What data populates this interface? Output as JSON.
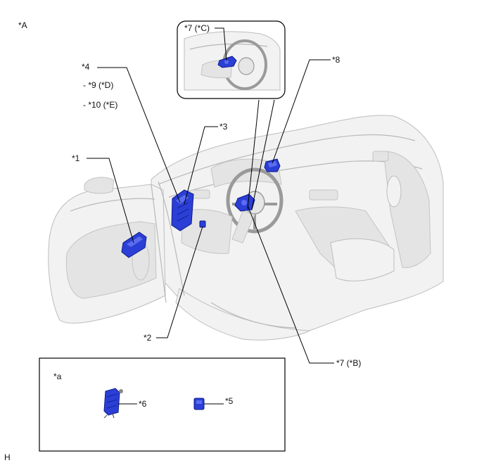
{
  "view_label": "*A",
  "corner_label": "H",
  "callouts": {
    "c1": "*1",
    "c2": "*2",
    "c3": "*3",
    "c4": "*4",
    "c4_sub1": "- *9 (*D)",
    "c4_sub2": "- *10 (*E)",
    "c7_inset": "*7 (*C)",
    "c7_main": "*7 (*B)",
    "c8": "*8"
  },
  "legend_box": {
    "label": "*a",
    "item_6": "*6",
    "item_5": "*5"
  },
  "colors": {
    "component": "#2b3fd6",
    "component_outline": "#0c1a8a",
    "vehicle_body": "#f2f2f2"
  }
}
